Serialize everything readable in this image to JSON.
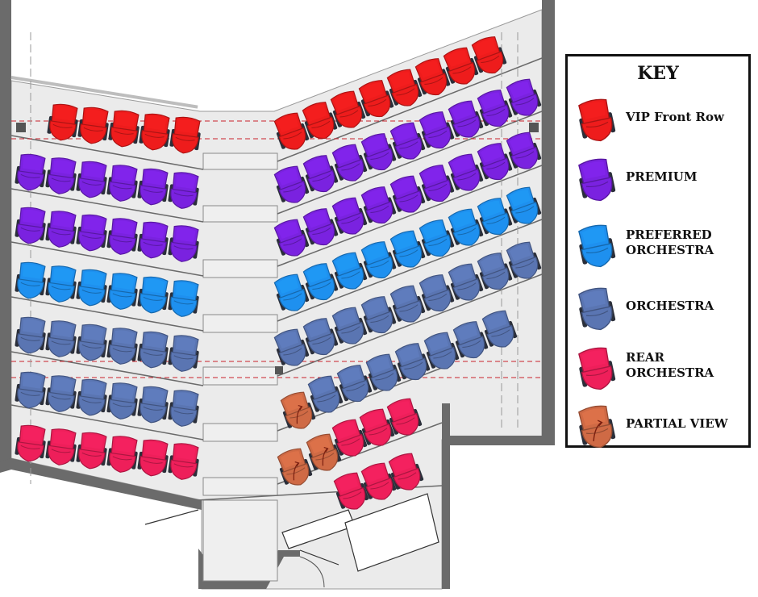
{
  "key": {
    "title": "KEY",
    "items": [
      {
        "id": "vip",
        "label": "VIP Front Row",
        "color": "#ee1c1c"
      },
      {
        "id": "premium",
        "label": "PREMIUM",
        "color": "#7a22e0"
      },
      {
        "id": "preferred",
        "label": "PREFERRED\nORCHESTRA",
        "color": "#1e90ef"
      },
      {
        "id": "orchestra",
        "label": "ORCHESTRA",
        "color": "#5a75b2"
      },
      {
        "id": "rear",
        "label": "REAR\nORCHESTRA",
        "color": "#ee1f5a"
      },
      {
        "id": "partial",
        "label": "PARTIAL VIEW",
        "color": "#cf6a45"
      }
    ]
  },
  "colors": {
    "floor": "#ebebeb",
    "wall": "#6b6b6b",
    "guide": "#c8202b"
  }
}
